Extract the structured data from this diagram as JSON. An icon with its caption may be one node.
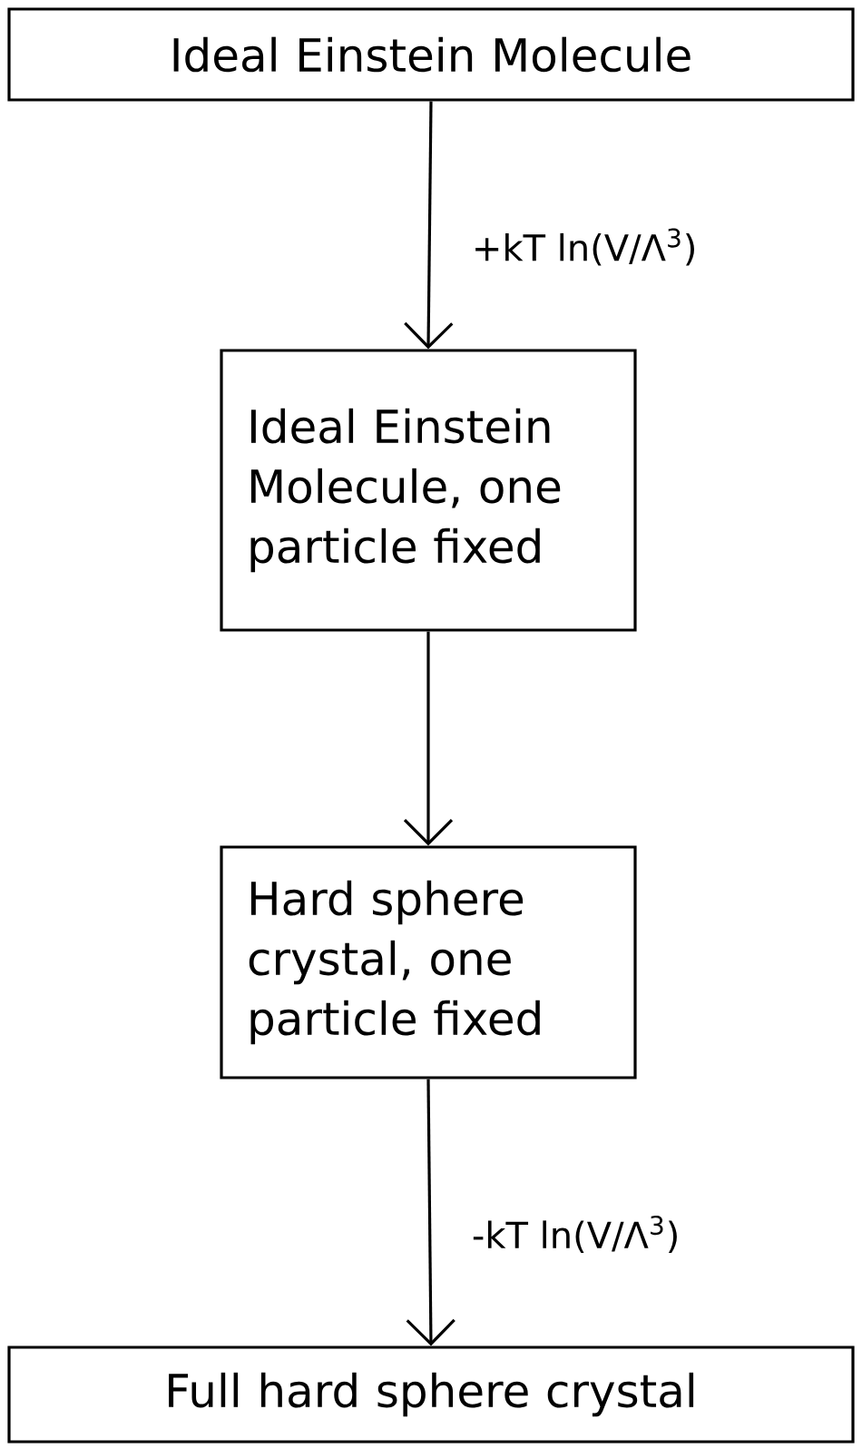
{
  "diagram": {
    "nodes": [
      {
        "text": [
          "Ideal Einstein Molecule"
        ]
      },
      {
        "text": [
          "Ideal Einstein Molecule, one particle fixed"
        ]
      },
      {
        "text": [
          "Hard sphere crystal, one particle fixed"
        ]
      },
      {
        "text": [
          "Full hard sphere crystal"
        ]
      }
    ],
    "edges": [
      {
        "from": 0,
        "to": 1,
        "arrow": "to",
        "label": "+kT ln(V/Λ$^{3}$)"
      },
      {
        "from": 1,
        "to": 2,
        "arrow": "to"
      },
      {
        "from": 2,
        "to": 3,
        "arrow": "to",
        "label": "-kT ln(V/Λ$^{3}$)"
      }
    ]
  }
}
